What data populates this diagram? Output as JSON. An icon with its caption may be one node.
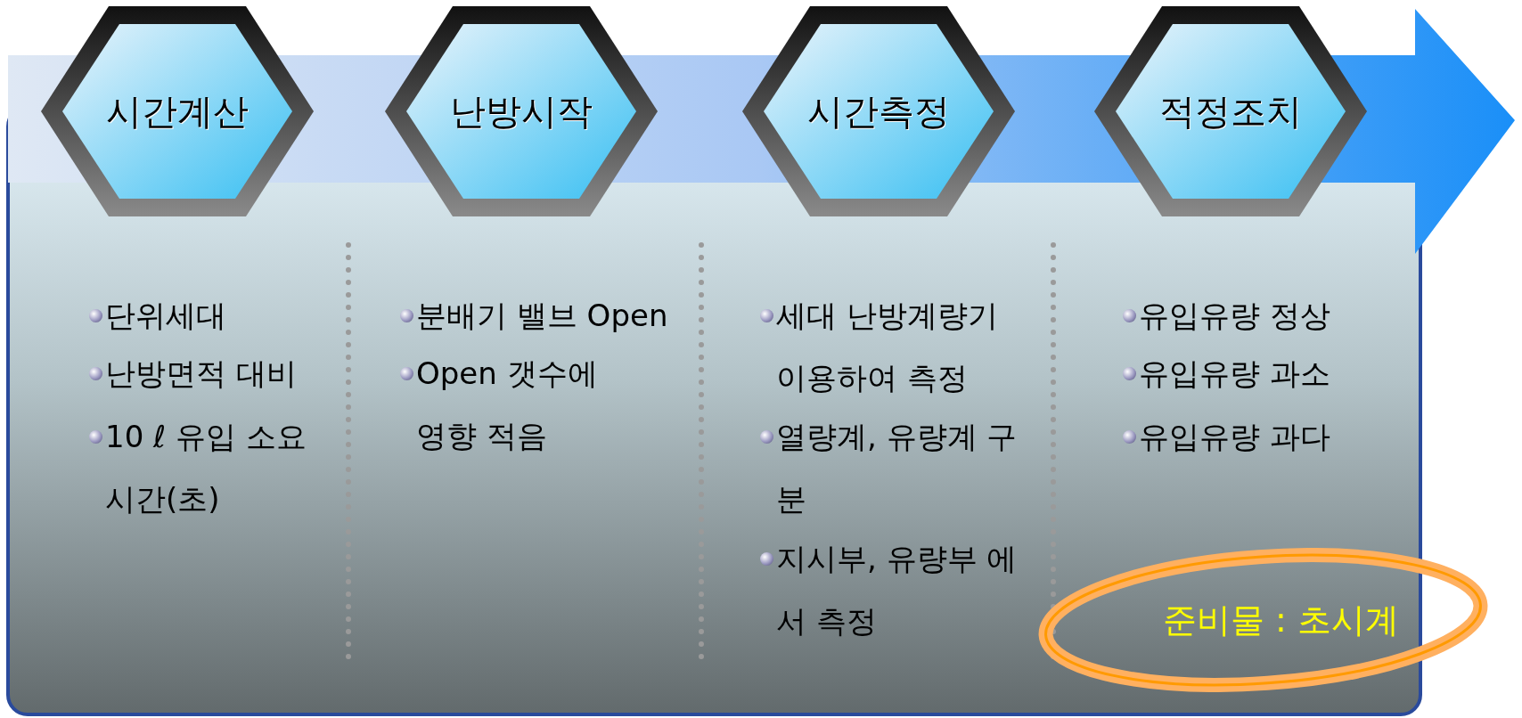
{
  "diagram": {
    "nodes": [
      {
        "text": [
          "시간계산"
        ]
      },
      {
        "text": [
          "난방시작"
        ]
      },
      {
        "text": [
          "시간측정"
        ]
      },
      {
        "text": [
          "적정조치"
        ]
      },
      {
        "text": [
          "준비물 : 초시계"
        ]
      }
    ],
    "labels": [
      "단위세대",
      "난방면적 대비",
      "10 ℓ 유입 소요시간(초)",
      "분배기 밸브 Open",
      "Open 갯수에 영향 적음",
      "세대 난방계량기 이용하여 측정",
      "열량계, 유량계 구분",
      "지시부, 유량부 에서 측정",
      "유입유량 정상",
      "유입유량 과소",
      "유입유량 과다"
    ]
  }
}
